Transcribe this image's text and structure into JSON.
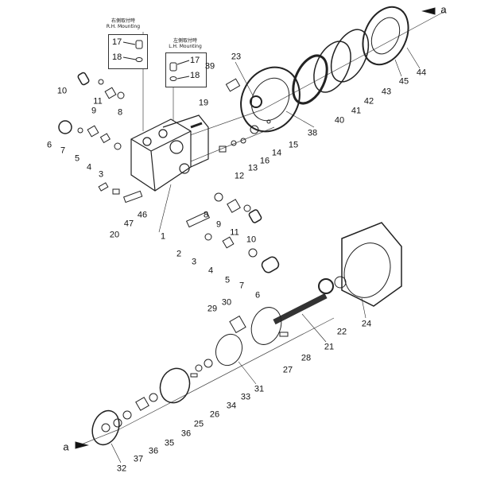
{
  "rh_mounting": {
    "jp": "右側取付時",
    "en": "R.H. Mounting",
    "parts": [
      "17",
      "18"
    ]
  },
  "lh_mounting": {
    "jp": "左側取付時",
    "en": "L.H. Mounting",
    "parts": [
      "17",
      "18"
    ]
  },
  "connector_labels": {
    "top": "a",
    "bottom": "a"
  },
  "part_labels": [
    "10",
    "11",
    "9",
    "8",
    "6",
    "7",
    "5",
    "4",
    "3",
    "39",
    "23",
    "19",
    "38",
    "40",
    "41",
    "42",
    "43",
    "45",
    "44",
    "15",
    "14",
    "16",
    "13",
    "12",
    "20",
    "47",
    "46",
    "1",
    "8",
    "9",
    "11",
    "10",
    "2",
    "3",
    "4",
    "5",
    "7",
    "6",
    "24",
    "22",
    "21",
    "28",
    "27",
    "30",
    "29",
    "31",
    "33",
    "34",
    "26",
    "25",
    "36",
    "35",
    "36",
    "37",
    "32"
  ]
}
